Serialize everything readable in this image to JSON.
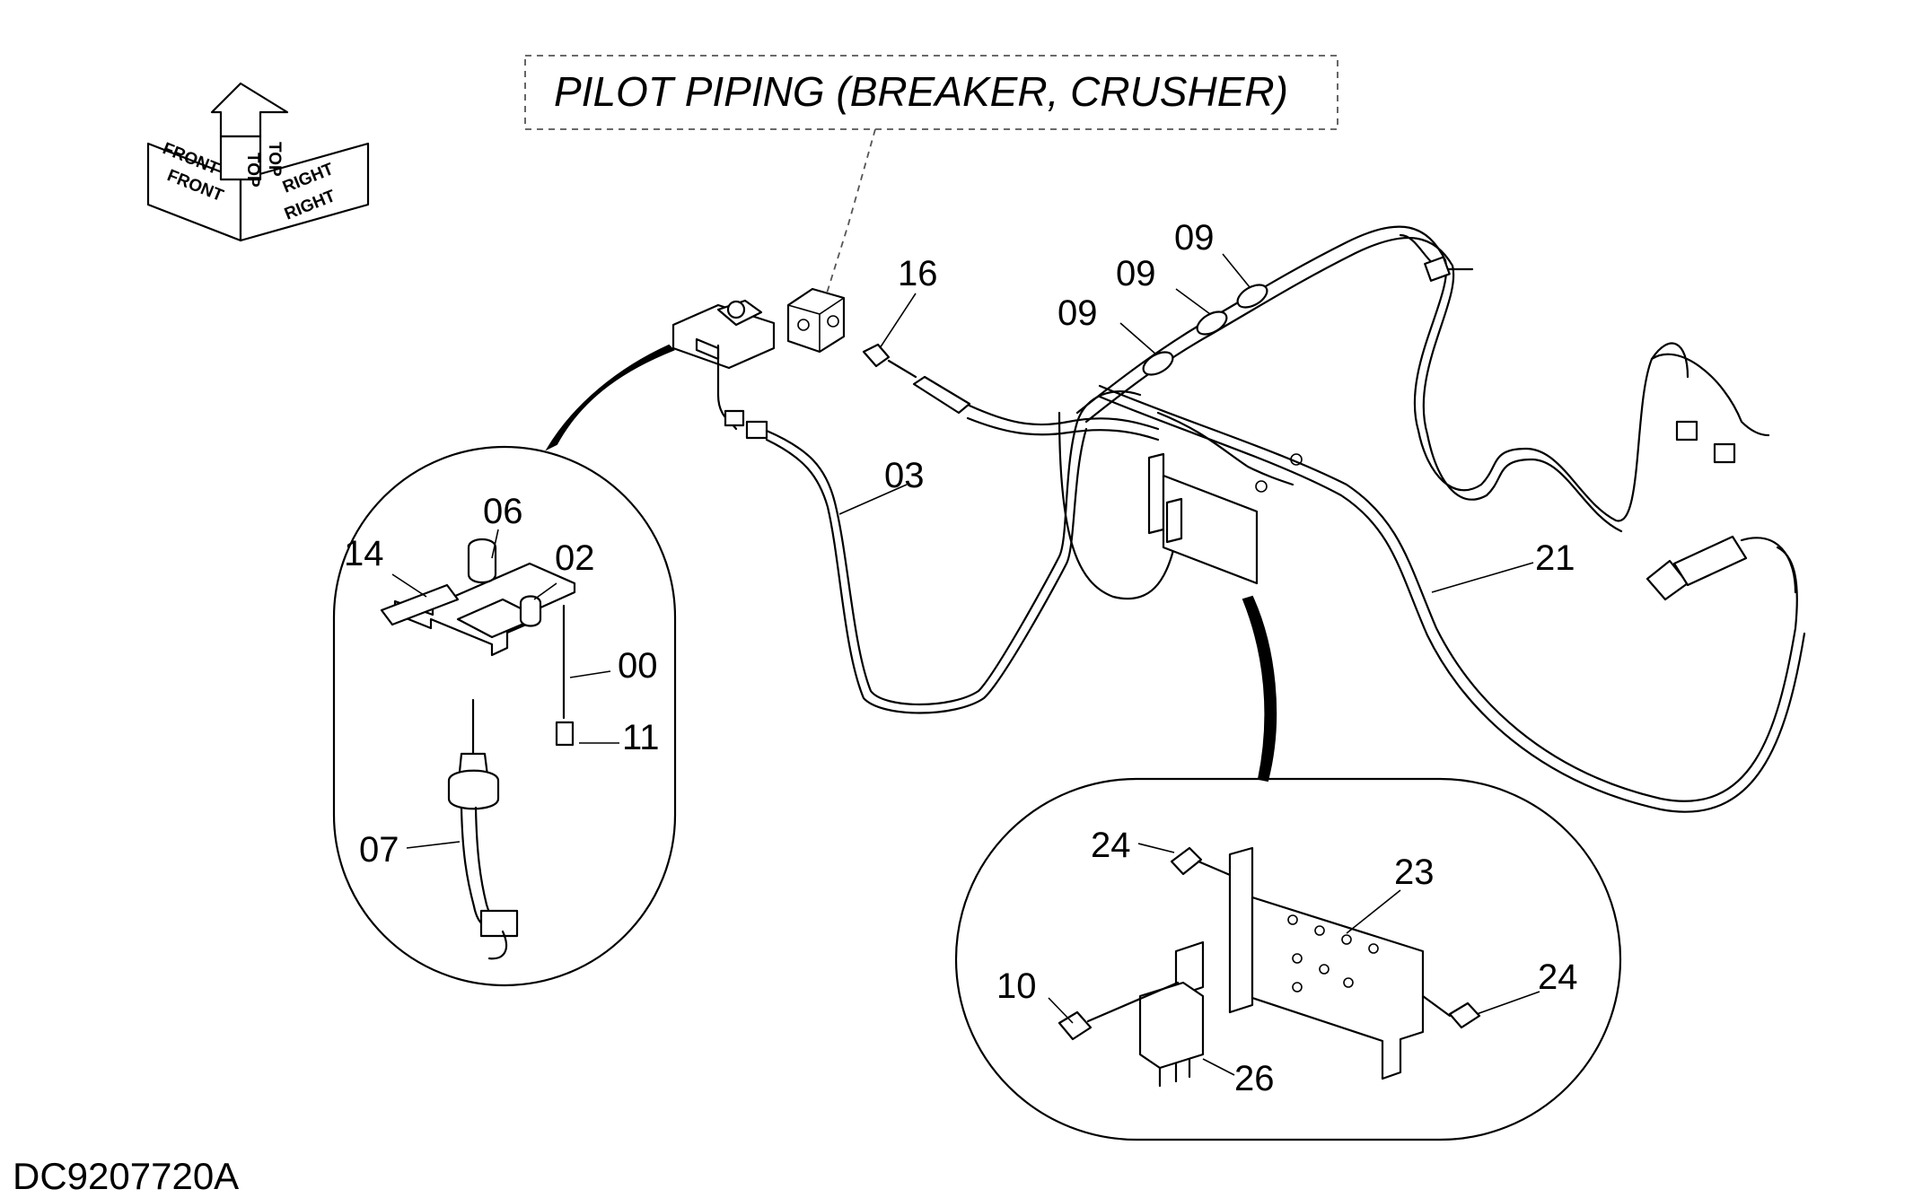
{
  "title_box": {
    "text": "PILOT  PIPING  (BREAKER, CRUSHER)"
  },
  "drawing_code": "DC9207720A",
  "direction_indicator": {
    "top": "TOP",
    "front": "FRONT",
    "right": "RIGHT"
  },
  "callouts": {
    "c00": "00",
    "c02": "02",
    "c03": "03",
    "c06": "06",
    "c07": "07",
    "c09a": "09",
    "c09b": "09",
    "c09c": "09",
    "c10": "10",
    "c11": "11",
    "c14": "14",
    "c16": "16",
    "c21": "21",
    "c23": "23",
    "c24a": "24",
    "c24b": "24",
    "c26": "26"
  }
}
